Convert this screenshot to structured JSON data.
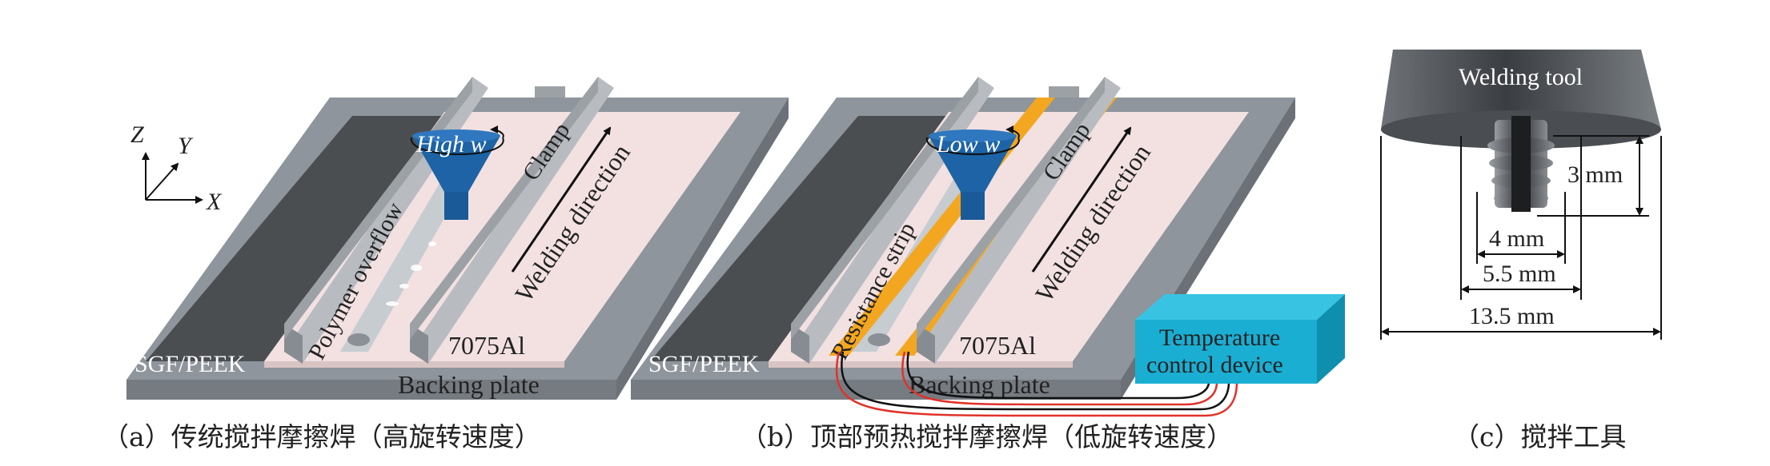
{
  "panel_a": {
    "axis_z": "Z",
    "axis_y": "Y",
    "axis_x": "X",
    "tool_speed": "High w",
    "clamp": "Clamp",
    "welding_direction": "Welding direction",
    "polymer_overflow": "Polymer overflow",
    "aluminum": "7075Al",
    "composite": "SGF/PEEK",
    "backing_plate": "Backing plate",
    "caption": "（a）传统搅拌摩擦焊（高旋转速度）"
  },
  "panel_b": {
    "tool_speed": "Low w",
    "clamp": "Clamp",
    "welding_direction": "Welding direction",
    "resistance_strip": "Resistance strip",
    "aluminum": "7075Al",
    "composite": "SGF/PEEK",
    "backing_plate": "Backing plate",
    "device_line1": "Temperature",
    "device_line2": "control device",
    "caption": "（b）顶部预热搅拌摩擦焊（低旋转速度）"
  },
  "panel_c": {
    "tool": "Welding tool",
    "dim_pin_length": "3 mm",
    "dim_pin_tip": "4 mm",
    "dim_pin_root": "5.5 mm",
    "dim_shoulder": "13.5 mm",
    "caption": "（c）搅拌工具"
  },
  "colors": {
    "backing_plate": "#8f959c",
    "composite_dark": "#4b4e51",
    "aluminum_pink": "#f3e1e1",
    "clamp_gray": "#a7acb1",
    "tool_blue": "#1d63a6",
    "resistance_orange": "#f3a721",
    "device_cyan": "#1aaed3"
  }
}
